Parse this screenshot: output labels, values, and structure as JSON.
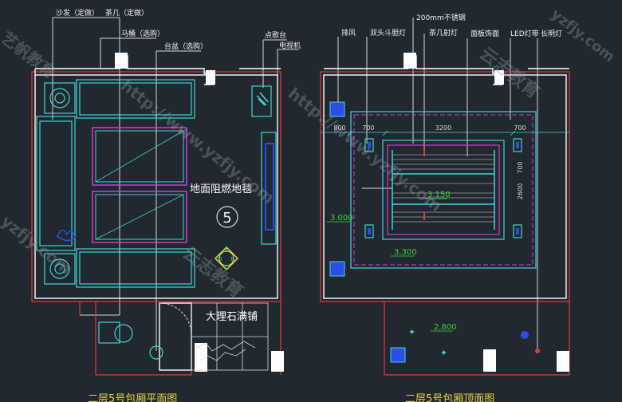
{
  "left_plan": {
    "labels": {
      "sofa": "沙发（定做）",
      "tea_table": "茶几（定做）",
      "toilet": "马桶（选购）",
      "basin": "台盆（选购）",
      "counter": "点歌台",
      "tv": "电视机"
    },
    "carpet_note": "地面阻燃地毯",
    "room_number": "5",
    "marble_note": "大理石满铺",
    "index_letters": [
      "A",
      "B",
      "C",
      "D"
    ],
    "title": "二层5号包厢平面图"
  },
  "right_plan": {
    "labels": {
      "exhaust": "排风",
      "double_spot": "双头斗胆灯",
      "steel": "200mm不锈钢",
      "tea_spot": "茶几射灯",
      "panel": "面板饰面",
      "led": "LED灯带",
      "long_light": "长明灯"
    },
    "dims": [
      "800",
      "700",
      "3200",
      "700"
    ],
    "dim_vertical": [
      "700",
      "2600"
    ],
    "elevations": [
      "3.150",
      "3.000",
      "3.300",
      "2.800"
    ],
    "title": "二层5号包厢顶面图"
  },
  "watermarks": [
    "http://www.yzfjy.com",
    "云志教育",
    "yzfjy.com",
    "艺帆教育"
  ],
  "colors": {
    "background": "#212830",
    "wall": "#ffffff",
    "red": "#e03c3c",
    "cyan": "#3fd6d6",
    "magenta": "#d23ad2",
    "blue": "#2b4ee6",
    "green": "#38d838",
    "label": "#f0f0f0"
  }
}
